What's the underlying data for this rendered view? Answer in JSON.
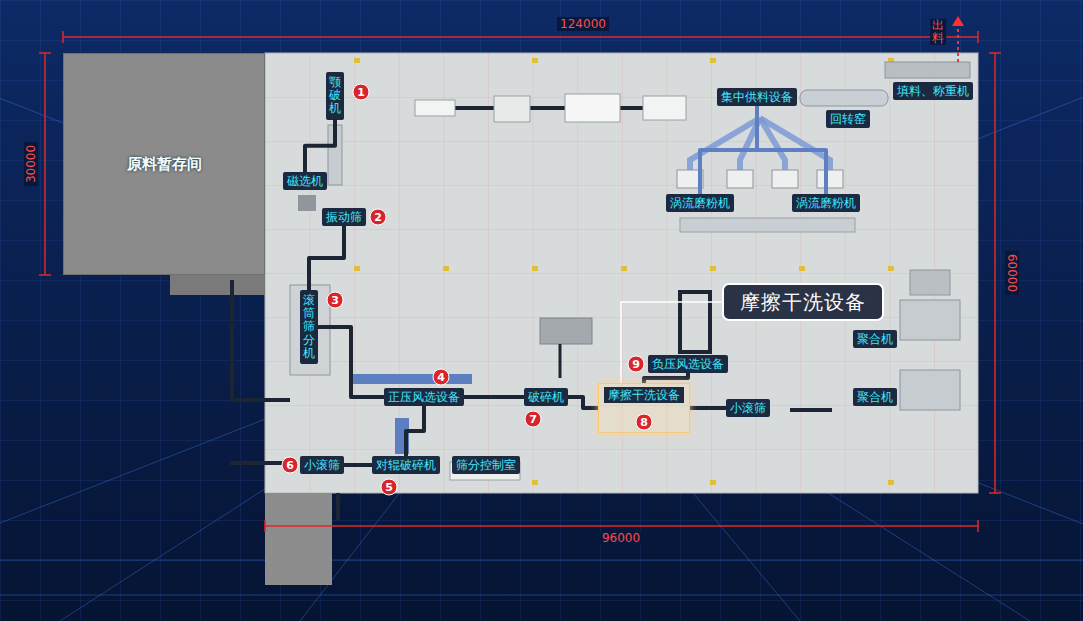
{
  "diagram": {
    "nodes": [
      {
        "text": [
          "原料暂存间"
        ]
      },
      {
        "text": [
          "颚破机"
        ]
      },
      {
        "text": [
          "磁选机"
        ]
      },
      {
        "text": [
          "振动筛"
        ]
      },
      {
        "text": [
          "滚筒筛分机"
        ]
      },
      {
        "text": [
          "正压风选设备"
        ]
      },
      {
        "text": [
          "对辊破碎机"
        ]
      },
      {
        "text": [
          "筛分控制室"
        ]
      },
      {
        "text": [
          "小滚筛"
        ]
      },
      {
        "text": [
          "破碎机"
        ]
      },
      {
        "text": [
          "摩擦干洗设备"
        ]
      },
      {
        "text": [
          "负压风选设备"
        ]
      },
      {
        "text": [
          "小滚筛"
        ]
      },
      {
        "text": [
          "集中供料设备"
        ]
      },
      {
        "text": [
          "回转窑"
        ]
      },
      {
        "text": [
          "填料、称重机"
        ]
      },
      {
        "text": [
          "涡流磨粉机"
        ]
      },
      {
        "text": [
          "涡流磨粉机"
        ]
      },
      {
        "text": [
          "聚合机"
        ]
      },
      {
        "text": [
          "聚合机"
        ]
      },
      {
        "text": [
          "摩擦干洗设备"
        ]
      }
    ],
    "edges": [
      {
        "from": 1,
        "to": 2,
        "arrow": "none"
      },
      {
        "from": 3,
        "to": 4,
        "arrow": "none"
      },
      {
        "from": 4,
        "to": 5,
        "arrow": "none"
      },
      {
        "from": 5,
        "to": 9,
        "arrow": "none"
      },
      {
        "from": 9,
        "to": 10,
        "arrow": "none"
      },
      {
        "from": 10,
        "to": 12,
        "arrow": "none"
      },
      {
        "from": 5,
        "to": 6,
        "arrow": "none"
      },
      {
        "from": 6,
        "to": 8,
        "arrow": "none"
      },
      {
        "from": 11,
        "to": 10,
        "arrow": "none"
      },
      {
        "from": 13,
        "to": 16,
        "arrow": "none"
      },
      {
        "from": 13,
        "to": 17,
        "arrow": "none"
      },
      {
        "from": 20,
        "to": 10,
        "arrow": "none"
      }
    ],
    "labels": [
      "124000",
      "30000",
      "60000",
      "96000",
      "出料",
      "1",
      "2",
      "3",
      "4",
      "5",
      "6",
      "7",
      "8",
      "9"
    ]
  }
}
